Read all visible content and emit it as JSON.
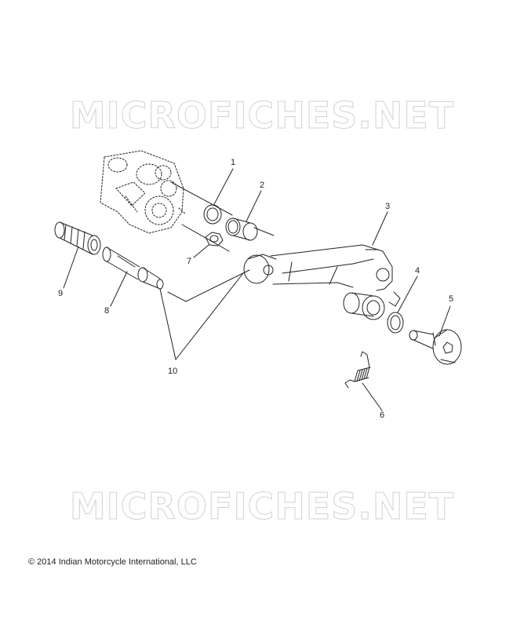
{
  "watermark": "MICROFICHES.NET",
  "copyright": "© 2014 Indian Motorcycle International, LLC",
  "callouts": {
    "c1": "1",
    "c2": "2",
    "c3": "3",
    "c4": "4",
    "c5": "5",
    "c6": "6",
    "c7": "7",
    "c8": "8",
    "c9": "9",
    "c10": "10"
  }
}
